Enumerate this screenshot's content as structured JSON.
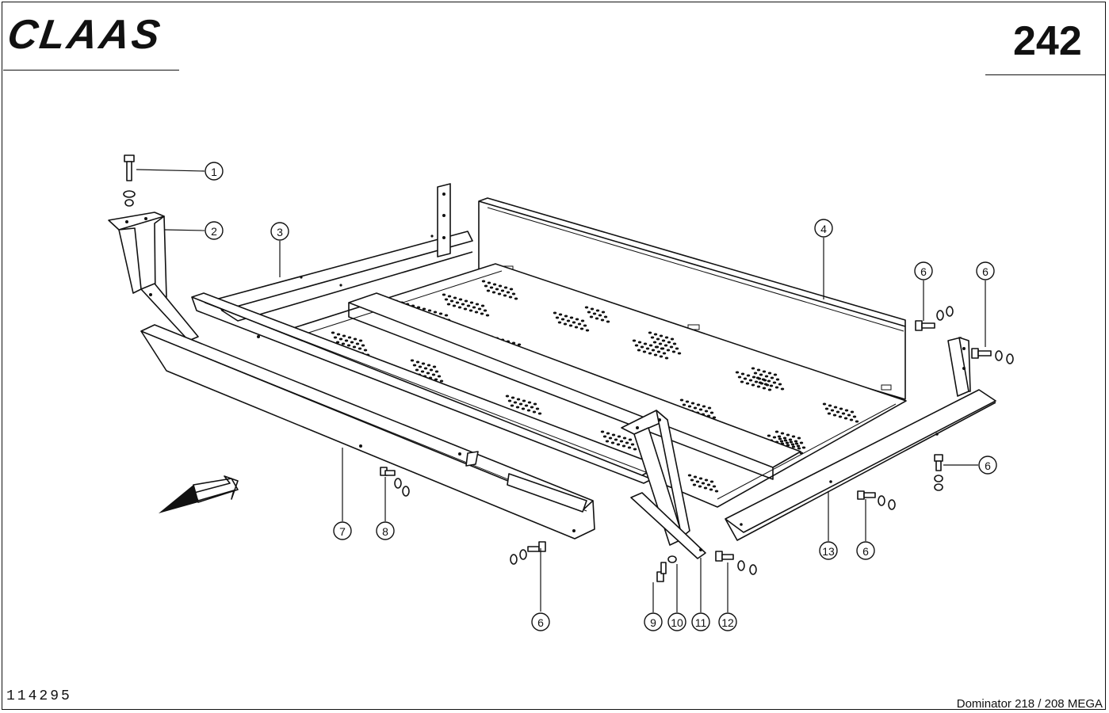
{
  "header": {
    "brand": "CLAAS",
    "page_number": "242"
  },
  "footer": {
    "drawing_id": "114295",
    "model": "Dominator 218 / 208 MEGA"
  },
  "callouts": [
    "1",
    "2",
    "3",
    "4",
    "6",
    "6",
    "6",
    "7",
    "8",
    "6",
    "9",
    "10",
    "11",
    "12",
    "13",
    "6"
  ]
}
